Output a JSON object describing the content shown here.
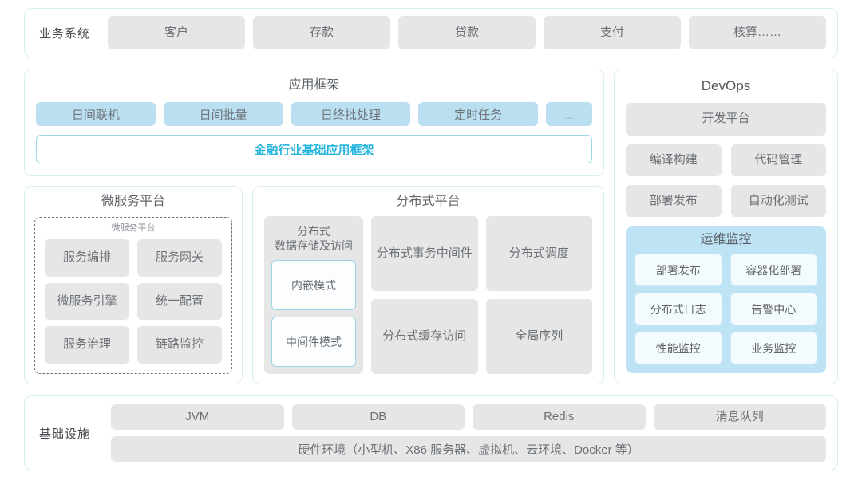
{
  "business_systems": {
    "label": "业务系统",
    "items": [
      "客户",
      "存款",
      "贷款",
      "支付",
      "核算……"
    ]
  },
  "app_framework": {
    "title": "应用框架",
    "pills": [
      "日间联机",
      "日间批量",
      "日终批处理",
      "定时任务"
    ],
    "ellipsis": "...",
    "banner": "金融行业基础应用框架"
  },
  "microservice_platform": {
    "title": "微服务平台",
    "inner_label": "微服务平台",
    "items": [
      "服务编排",
      "服务网关",
      "微服务引擎",
      "统一配置",
      "服务治理",
      "链路监控"
    ]
  },
  "distributed_platform": {
    "title": "分布式平台",
    "storage": {
      "title": "分布式\n数据存储及访问",
      "title_line1": "分布式",
      "title_line2": "数据存储及访问",
      "modes": [
        "内嵌模式",
        "中间件模式"
      ]
    },
    "items": [
      {
        "line1": "分布式",
        "line2": "事务中间件"
      },
      {
        "line1": "分布式调度",
        "line2": ""
      },
      {
        "line1": "分布式",
        "line2": "缓存访问"
      },
      {
        "line1": "全局序列",
        "line2": ""
      }
    ]
  },
  "devops": {
    "title": "DevOps",
    "platform": "开发平台",
    "items": [
      "编译构建",
      "代码管理",
      "部署发布",
      "自动化测试"
    ],
    "ops_monitor": {
      "title": "运维监控",
      "items": [
        "部署发布",
        "容器化部署",
        "分布式日志",
        "告警中心",
        "性能监控",
        "业务监控"
      ]
    }
  },
  "infrastructure": {
    "label": "基础设施",
    "items": [
      "JVM",
      "DB",
      "Redis",
      "消息队列"
    ],
    "hardware": "硬件环境（小型机、X86 服务器、虚拟机、云环境、Docker 等）"
  },
  "colors": {
    "card_border": "#d9eef2",
    "gray_pill": "#e6e6e6",
    "blue_pill": "#b9dff1",
    "accent_cyan": "#23b4dd",
    "ops_monitor_bg": "#bde3f5",
    "text_gray": "#6b7076"
  }
}
